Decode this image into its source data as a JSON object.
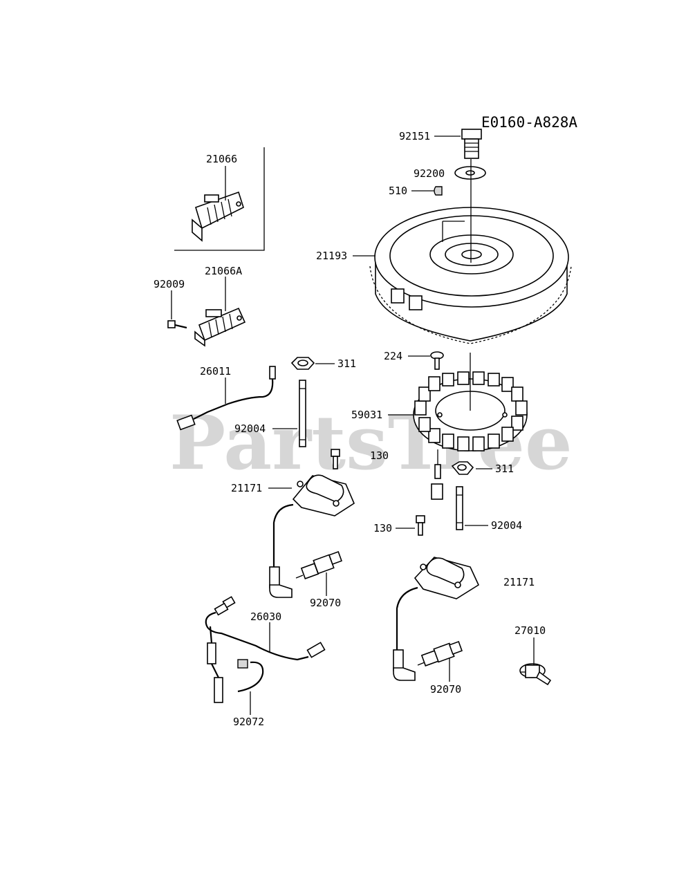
{
  "diagram_code": "E0160-A828A",
  "watermark": "PartsTree",
  "parts": {
    "p92151": "92151",
    "p92200": "92200",
    "p510": "510",
    "p21193": "21193",
    "p21066": "21066",
    "p21066A": "21066A",
    "p92009": "92009",
    "p26011": "26011",
    "p311a": "311",
    "p92004a": "92004",
    "p224": "224",
    "p59031": "59031",
    "p130a": "130",
    "p311b": "311",
    "p21171a": "21171",
    "p130b": "130",
    "p92004b": "92004",
    "p92070a": "92070",
    "p21171b": "21171",
    "p26030": "26030",
    "p27010": "27010",
    "p92070b": "92070",
    "p92072": "92072"
  }
}
